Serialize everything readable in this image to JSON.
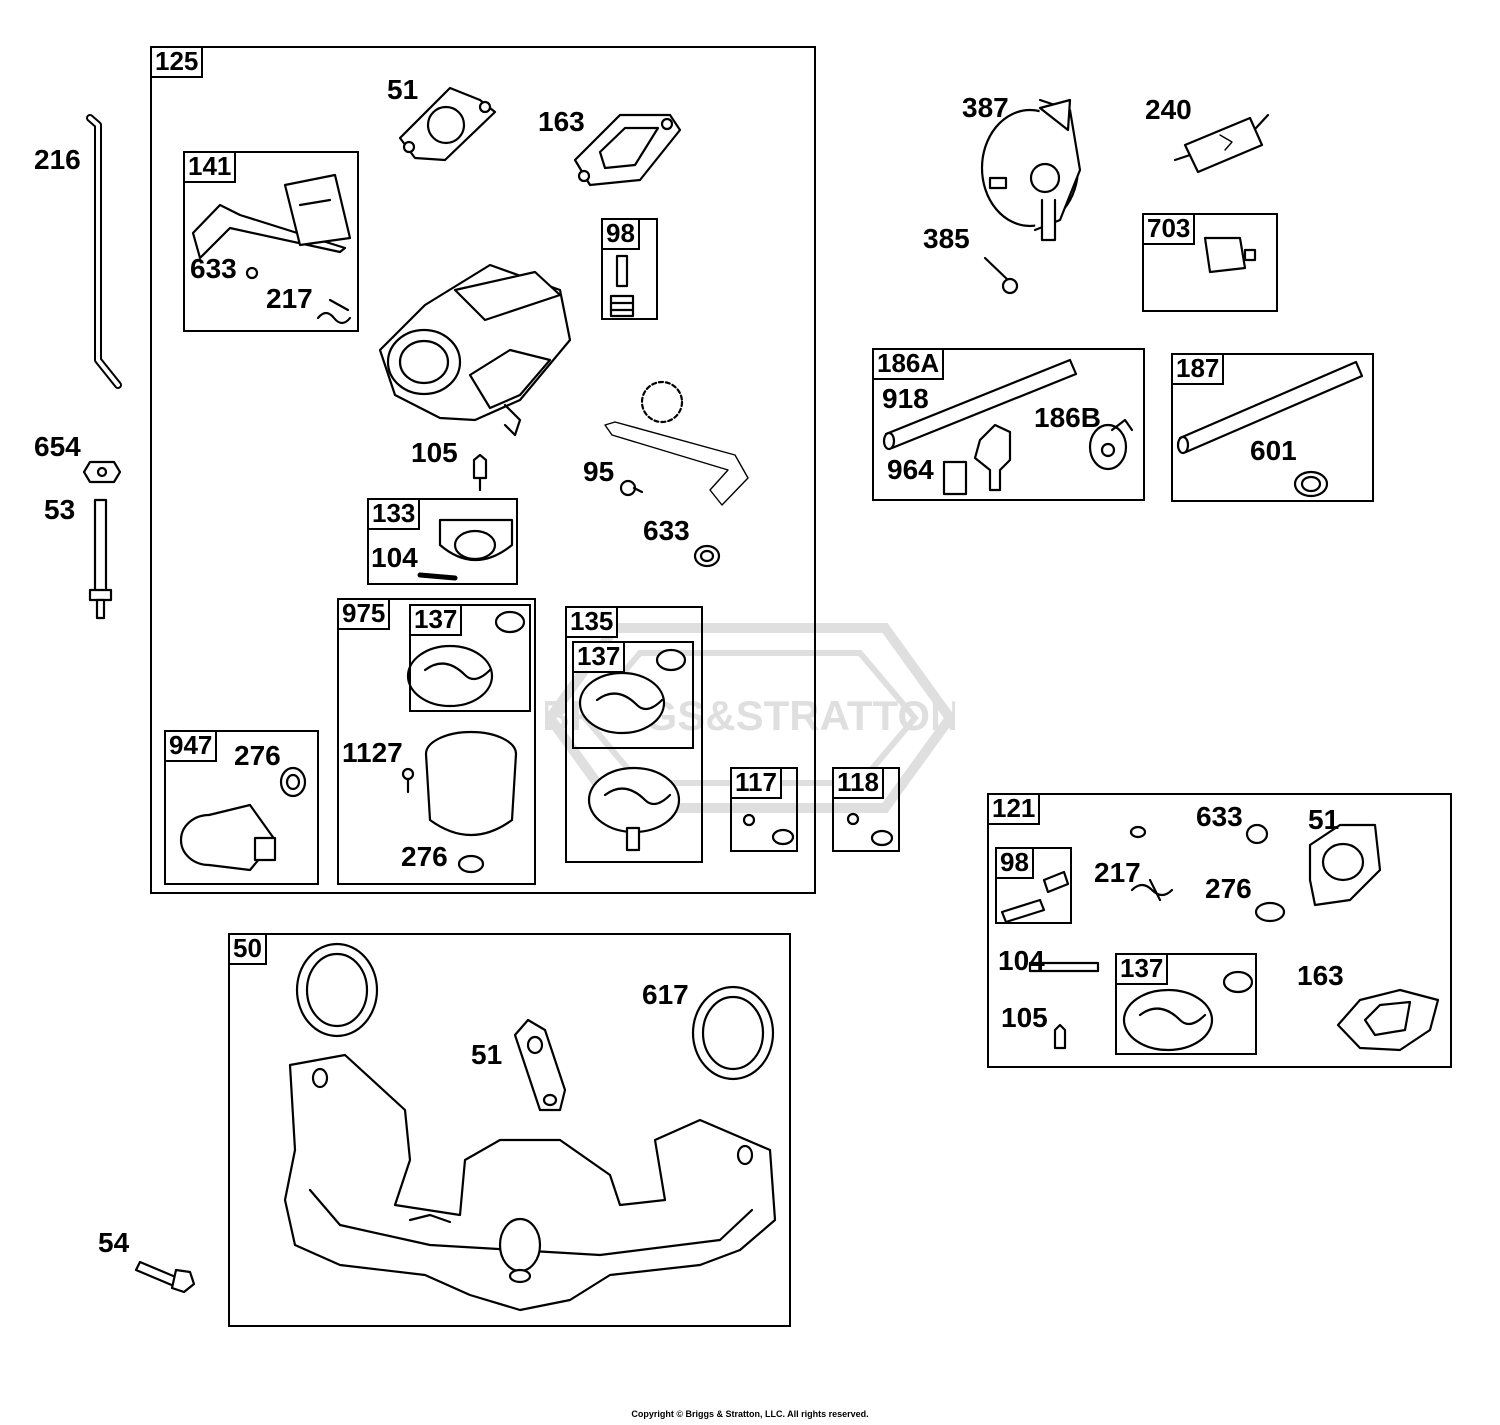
{
  "watermark": "BRIGGS&STRATTON",
  "copyright": "Copyright © Briggs & Stratton, LLC. All rights reserved.",
  "boxes": [
    {
      "id": "box-125",
      "tag": "125"
    },
    {
      "id": "box-141",
      "tag": "141"
    },
    {
      "id": "box-98-a",
      "tag": "98"
    },
    {
      "id": "box-133",
      "tag": "133"
    },
    {
      "id": "box-975",
      "tag": "975"
    },
    {
      "id": "box-137-a",
      "tag": "137"
    },
    {
      "id": "box-135",
      "tag": "135"
    },
    {
      "id": "box-137-b",
      "tag": "137"
    },
    {
      "id": "box-947",
      "tag": "947"
    },
    {
      "id": "box-117",
      "tag": "117"
    },
    {
      "id": "box-118",
      "tag": "118"
    },
    {
      "id": "box-703",
      "tag": "703"
    },
    {
      "id": "box-186a",
      "tag": "186A"
    },
    {
      "id": "box-187",
      "tag": "187"
    },
    {
      "id": "box-121",
      "tag": "121"
    },
    {
      "id": "box-98-b",
      "tag": "98"
    },
    {
      "id": "box-137-c",
      "tag": "137"
    },
    {
      "id": "box-50",
      "tag": "50"
    }
  ],
  "labels": [
    "216",
    "654",
    "53",
    "54",
    "51",
    "163",
    "633",
    "217",
    "105",
    "95",
    "633",
    "104",
    "1127",
    "276",
    "276",
    "387",
    "240",
    "385",
    "918",
    "186B",
    "964",
    "601",
    "633",
    "51",
    "217",
    "276",
    "104",
    "163",
    "105",
    "617",
    "51"
  ]
}
